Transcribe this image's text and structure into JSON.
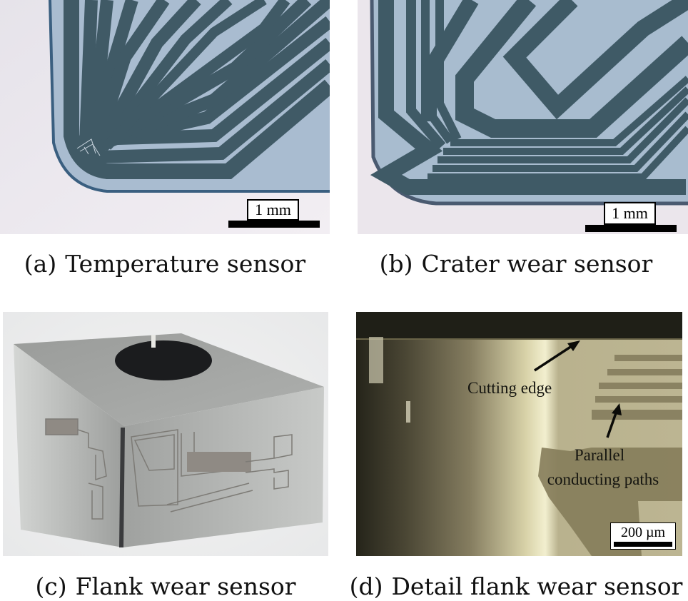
{
  "figure": {
    "panels": [
      {
        "id": "a",
        "label": "(a)",
        "caption": "Temperature sensor",
        "scale_bar": "1 mm"
      },
      {
        "id": "b",
        "label": "(b)",
        "caption": "Crater wear sensor",
        "scale_bar": "1 mm"
      },
      {
        "id": "c",
        "label": "(c)",
        "caption": "Flank wear sensor"
      },
      {
        "id": "d",
        "label": "(d)",
        "caption": "Detail flank wear sensor",
        "scale_bar": "200 µm",
        "annotations": {
          "cutting_edge": "Cutting edge",
          "parallel_paths_line1": "Parallel",
          "parallel_paths_line2": "conducting paths"
        }
      }
    ],
    "colors": {
      "substrate_blue": "#a9bcd0",
      "trace_dark": "#3f5a66",
      "background_light": "#ece8ee",
      "insert_gray": "#a3a5a2",
      "detail_gold": "#b9b28e"
    }
  }
}
